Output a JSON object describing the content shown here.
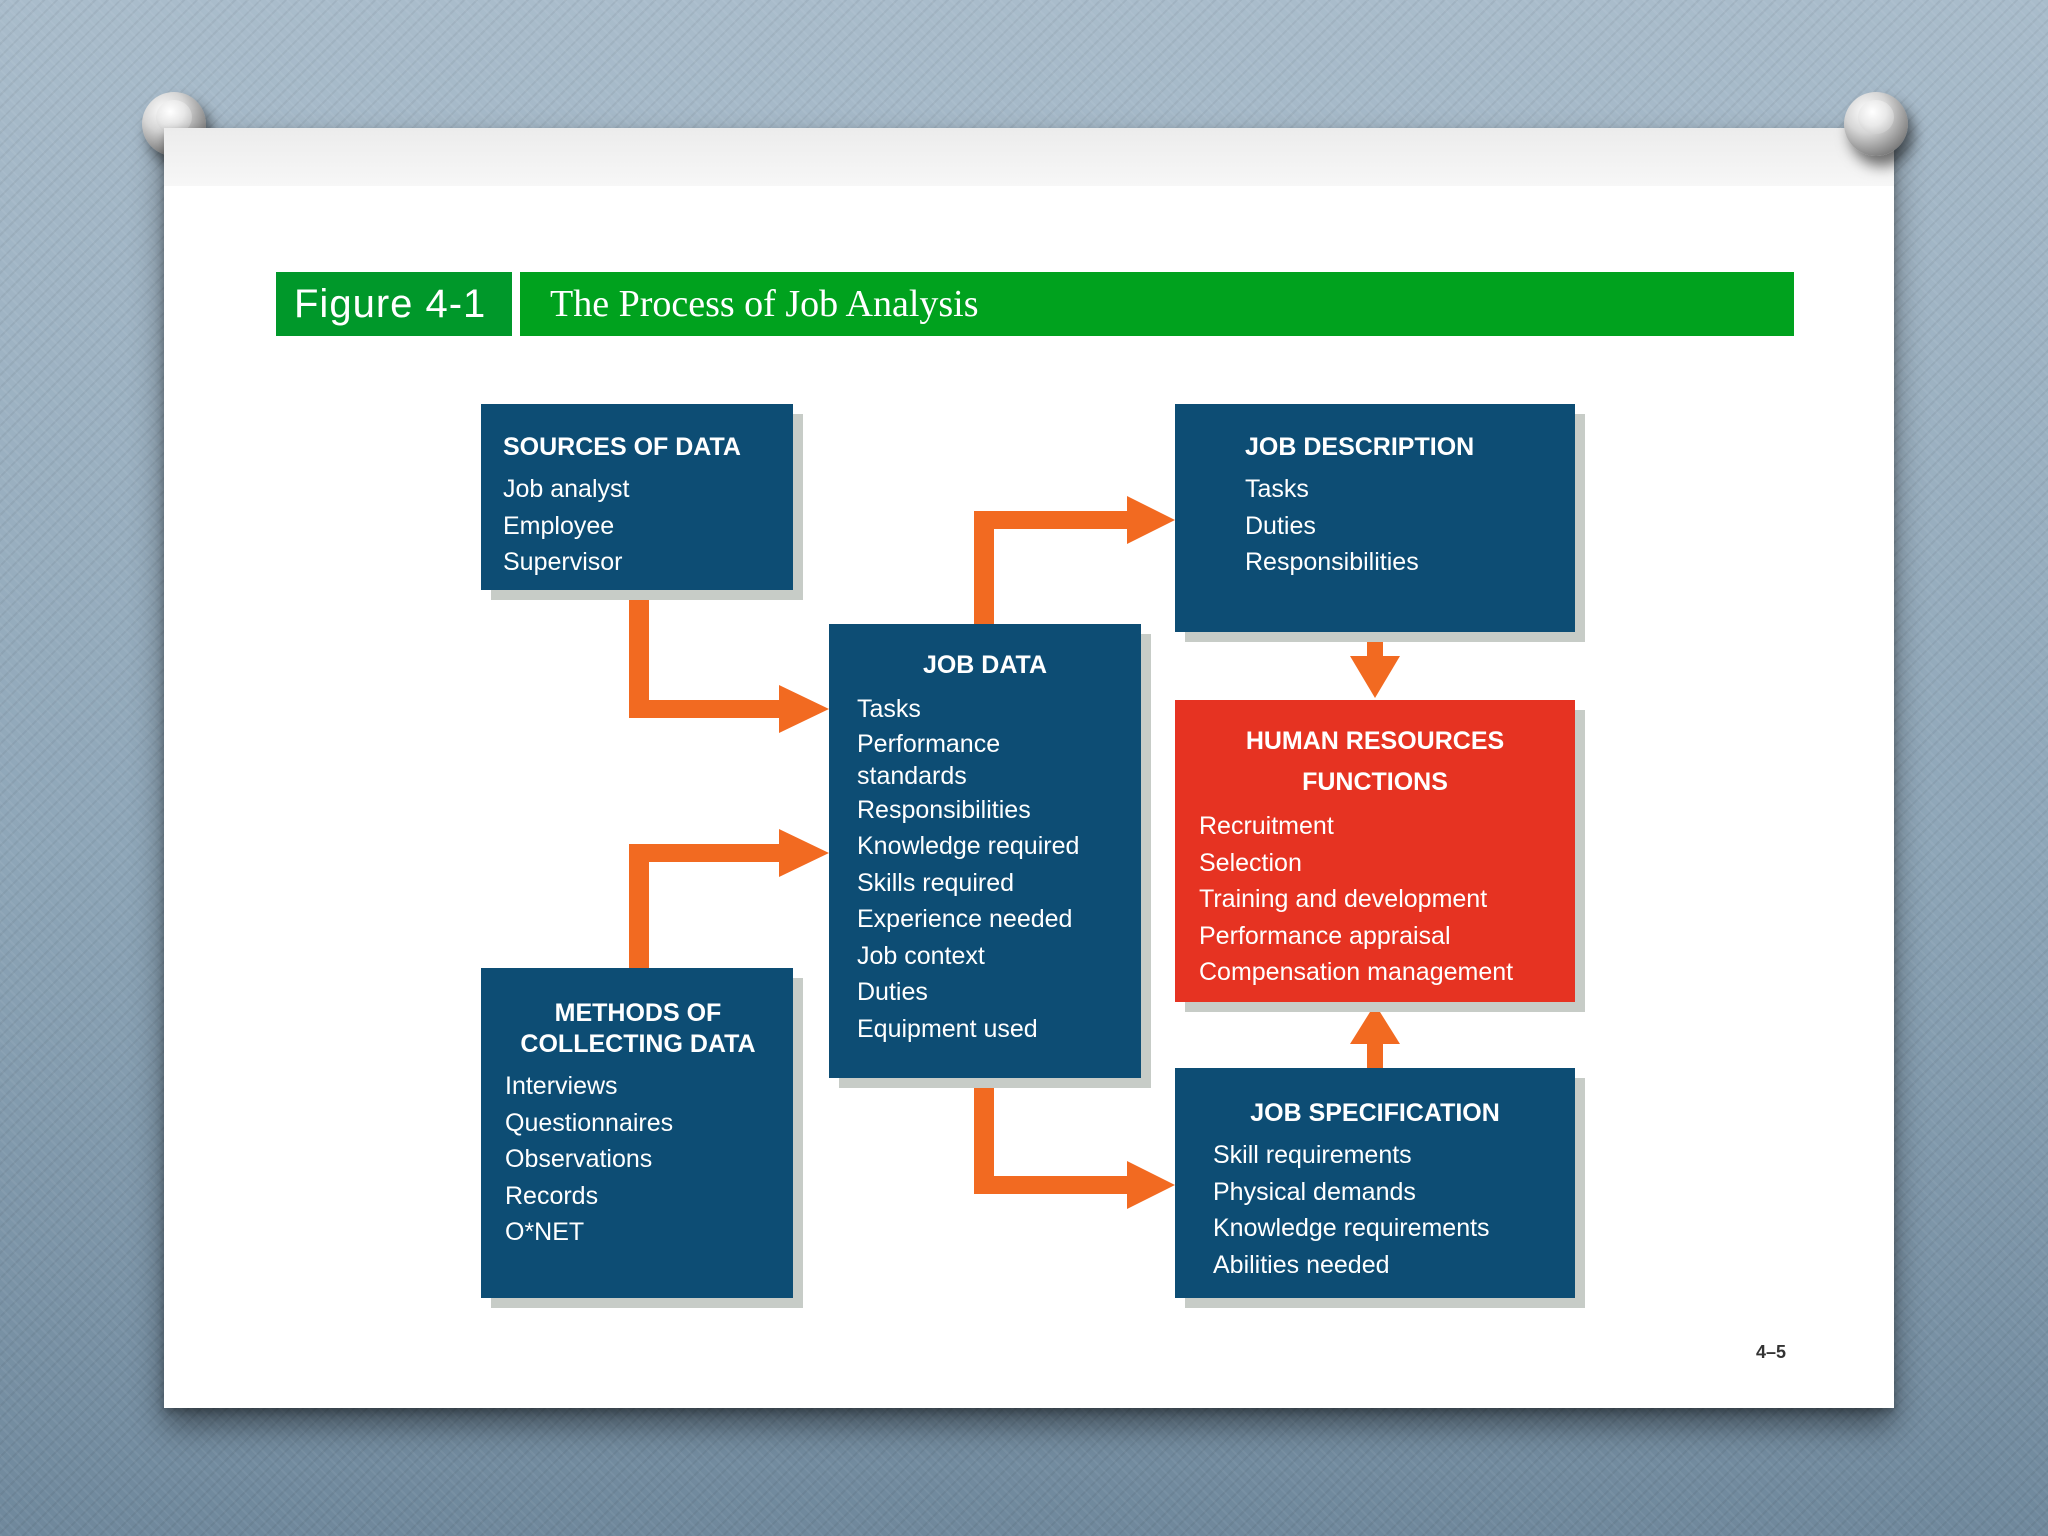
{
  "figure": {
    "label": "Figure 4-1",
    "title": "The Process of Job Analysis"
  },
  "boxes": {
    "sources": {
      "title": "SOURCES OF DATA",
      "items": [
        "Job analyst",
        "Employee",
        "Supervisor"
      ]
    },
    "methods": {
      "title_line1": "METHODS OF",
      "title_line2": "COLLECTING DATA",
      "items": [
        "Interviews",
        "Questionnaires",
        "Observations",
        "Records",
        "O*NET"
      ]
    },
    "job_data": {
      "title": "JOB DATA",
      "items": [
        "Tasks",
        "Performance",
        "standards",
        "Responsibilities",
        "Knowledge required",
        "Skills required",
        "Experience needed",
        "Job context",
        "Duties",
        "Equipment used"
      ]
    },
    "job_description": {
      "title": "JOB DESCRIPTION",
      "items": [
        "Tasks",
        "Duties",
        "Responsibilities"
      ]
    },
    "hr_functions": {
      "title_line1": "HUMAN RESOURCES",
      "title_line2": "FUNCTIONS",
      "items": [
        "Recruitment",
        "Selection",
        "Training and development",
        "Performance appraisal",
        "Compensation management"
      ]
    },
    "job_specification": {
      "title": "JOB SPECIFICATION",
      "items": [
        "Skill requirements",
        "Physical demands",
        "Knowledge requirements",
        "Abilities needed"
      ]
    }
  },
  "page_number": "4–5",
  "colors": {
    "box_blue": "#0d4d74",
    "box_red": "#e63322",
    "arrow_orange": "#f26a21",
    "banner_green": "#00a21e"
  }
}
